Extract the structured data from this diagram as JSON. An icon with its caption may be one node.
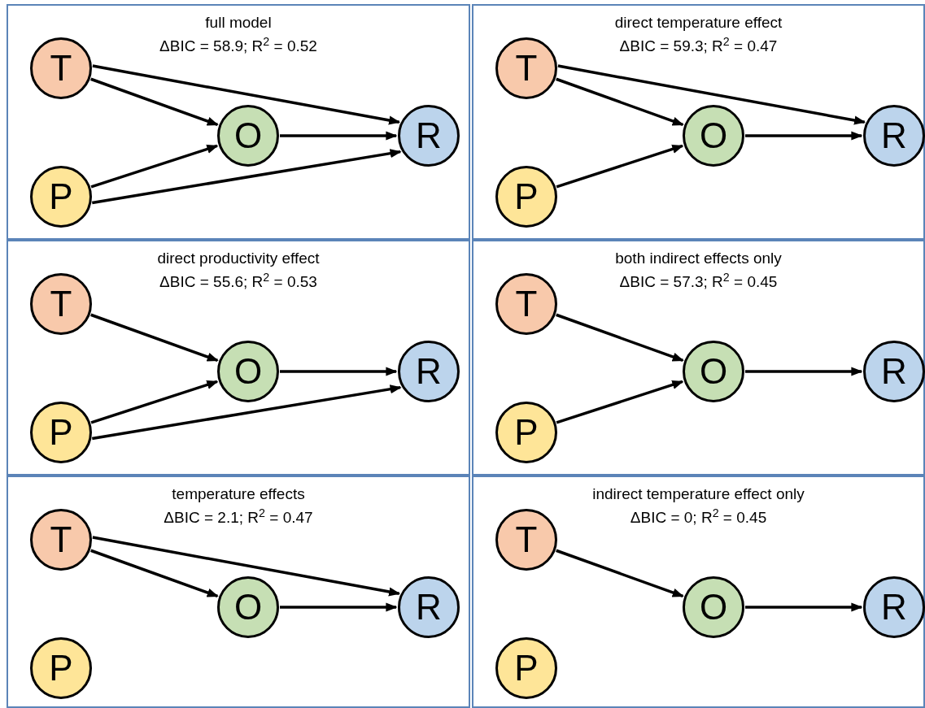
{
  "diagram": {
    "nodes": [
      {
        "text": [
          "full model",
          "ΔBIC = 58.9; R$^{2}$ = 0.52"
        ]
      },
      {
        "text": [
          "T"
        ],
        "in": 0
      },
      {
        "text": [
          "P"
        ],
        "in": 0
      },
      {
        "text": [
          "O"
        ],
        "in": 0
      },
      {
        "text": [
          "R"
        ],
        "in": 0
      },
      {
        "text": [
          "direct temperature effect",
          "ΔBIC = 59.3; R$^{2}$ = 0.47"
        ]
      },
      {
        "text": [
          "T"
        ],
        "in": 5
      },
      {
        "text": [
          "P"
        ],
        "in": 5
      },
      {
        "text": [
          "O"
        ],
        "in": 5
      },
      {
        "text": [
          "R"
        ],
        "in": 5
      },
      {
        "text": [
          "direct productivity effect",
          "ΔBIC = 55.6; R$^{2}$ = 0.53"
        ]
      },
      {
        "text": [
          "T"
        ],
        "in": 10
      },
      {
        "text": [
          "P"
        ],
        "in": 10
      },
      {
        "text": [
          "O"
        ],
        "in": 10
      },
      {
        "text": [
          "R"
        ],
        "in": 10
      },
      {
        "text": [
          "both indirect effects only",
          "ΔBIC = 57.3; R$^{2}$ = 0.45"
        ]
      },
      {
        "text": [
          "T"
        ],
        "in": 15
      },
      {
        "text": [
          "P"
        ],
        "in": 15
      },
      {
        "text": [
          "O"
        ],
        "in": 15
      },
      {
        "text": [
          "R"
        ],
        "in": 15
      },
      {
        "text": [
          "temperature effects",
          "ΔBIC = 2.1; R$^{2}$ = 0.47"
        ]
      },
      {
        "text": [
          "T"
        ],
        "in": 20
      },
      {
        "text": [
          "P"
        ],
        "in": 20
      },
      {
        "text": [
          "O"
        ],
        "in": 20
      },
      {
        "text": [
          "R"
        ],
        "in": 20
      },
      {
        "text": [
          "indirect temperature effect only",
          "ΔBIC = 0; R$^{2}$ = 0.45"
        ]
      },
      {
        "text": [
          "T"
        ],
        "in": 25
      },
      {
        "text": [
          "P"
        ],
        "in": 25
      },
      {
        "text": [
          "O"
        ],
        "in": 25
      },
      {
        "text": [
          "R"
        ],
        "in": 25
      }
    ],
    "edges": [
      {
        "from": 1,
        "to": 4,
        "arrow": "to"
      },
      {
        "from": 1,
        "to": 3,
        "arrow": "to"
      },
      {
        "from": 2,
        "to": 3,
        "arrow": "to"
      },
      {
        "from": 2,
        "to": 4,
        "arrow": "to"
      },
      {
        "from": 3,
        "to": 4,
        "arrow": "to"
      },
      {
        "from": 6,
        "to": 9,
        "arrow": "to"
      },
      {
        "from": 6,
        "to": 8,
        "arrow": "to"
      },
      {
        "from": 7,
        "to": 8,
        "arrow": "to"
      },
      {
        "from": 8,
        "to": 9,
        "arrow": "to"
      },
      {
        "from": 11,
        "to": 13,
        "arrow": "to"
      },
      {
        "from": 12,
        "to": 13,
        "arrow": "to"
      },
      {
        "from": 12,
        "to": 14,
        "arrow": "to"
      },
      {
        "from": 13,
        "to": 14,
        "arrow": "to"
      },
      {
        "from": 16,
        "to": 18,
        "arrow": "to"
      },
      {
        "from": 17,
        "to": 18,
        "arrow": "to"
      },
      {
        "from": 18,
        "to": 19,
        "arrow": "to"
      },
      {
        "from": 21,
        "to": 24,
        "arrow": "to"
      },
      {
        "from": 21,
        "to": 23,
        "arrow": "to"
      },
      {
        "from": 23,
        "to": 24,
        "arrow": "to"
      },
      {
        "from": 26,
        "to": 28,
        "arrow": "to"
      },
      {
        "from": 28,
        "to": 29,
        "arrow": "to"
      }
    ]
  }
}
